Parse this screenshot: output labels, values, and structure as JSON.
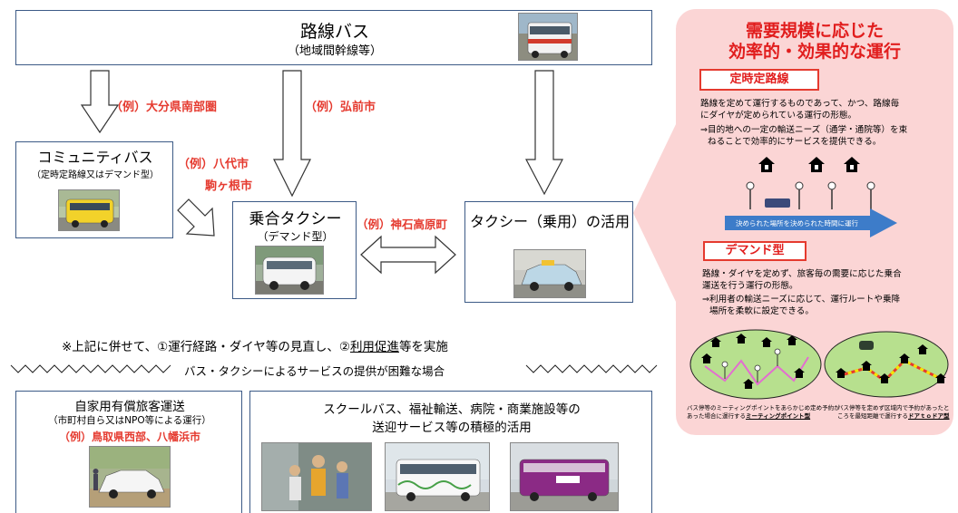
{
  "route_bus": {
    "title": "路線バス",
    "subtitle": "（地域間幹線等）"
  },
  "examples": {
    "oita": "（例）大分県南部圏",
    "hirosaki": "（例）弘前市",
    "yatsushiro": "（例）八代市",
    "komagane": "駒ヶ根市",
    "kamiishi": "（例）神石高原町"
  },
  "community_bus": {
    "title": "コミュニティバス",
    "subtitle": "（定時定路線又はデマンド型）"
  },
  "shared_taxi": {
    "title": "乗合タクシー",
    "subtitle": "（デマンド型）"
  },
  "taxi": {
    "title": "タクシー（乗用）の活用"
  },
  "note": {
    "prefix": "※上記に併せて、①運行経路・ダイヤ等の見直し、②",
    "underlined": "利用促進",
    "suffix": "等を実施"
  },
  "divider_text": "バス・タクシーによるサービスの提供が困難な場合",
  "self_transport": {
    "title": "自家用有償旅客運送",
    "subtitle": "（市町村自ら又はNPO等による運行）",
    "example": "（例）鳥取県西部、八幡浜市"
  },
  "school_bus": {
    "line1": "スクールバス、福祉輸送、病院・商業施設等の",
    "line2": "送迎サービス等の積極的活用"
  },
  "panel": {
    "title_line1": "需要規模に応じた",
    "title_line2": "効率的・効果的な運行",
    "fixed_label": "定時定路線",
    "fixed_desc1": "路線を定めて運行するものであって、かつ、路線毎",
    "fixed_desc2": "にダイヤが定められている運行の形態。",
    "fixed_desc3": "⇒目的地への一定の輸送ニーズ（通学・通院等）を束",
    "fixed_desc4": "ねることで効率的にサービスを提供できる。",
    "fixed_arrow": "決められた場所を決められた時間に運行",
    "demand_label": "デマンド型",
    "demand_desc1": "路線・ダイヤを定めず、旅客毎の需要に応じた乗合",
    "demand_desc2": "運送を行う運行の形態。",
    "demand_desc3": "⇒利用者の輸送ニーズに応じて、運行ルートや乗降",
    "demand_desc4": "場所を柔軟に設定できる。",
    "meeting_note1": "バス停等のミーティングポイントをあらかじめ定め予約が",
    "meeting_note2_prefix": "あった場合に運行する",
    "meeting_note2_em": "ミーティングポイント型",
    "door_note1": "バス停等を定めず区域内で予約があったと",
    "door_note2_prefix": "ころを最短距離で運行する",
    "door_note2_em": "ドアｔｏドア型"
  },
  "colors": {
    "box_border": "#3c5a86",
    "example_red": "#e53a2f",
    "panel_bg": "#fbd5d5",
    "arrow_blue": "#3d7cc9"
  }
}
